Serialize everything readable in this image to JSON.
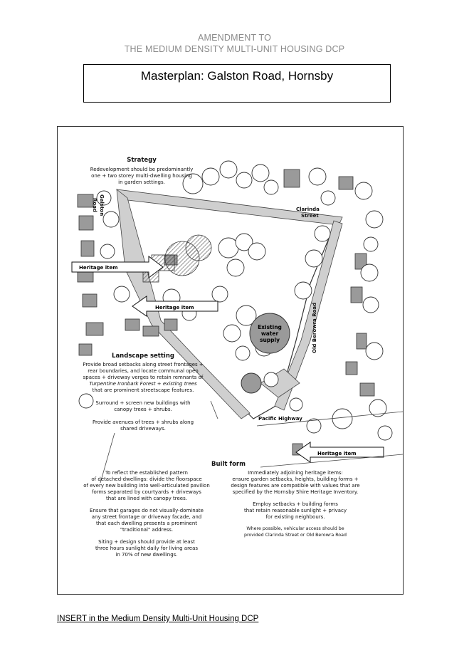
{
  "header": {
    "line1": "AMENDMENT TO",
    "line2": "THE MEDIUM DENSITY MULTI-UNIT HOUSING DCP"
  },
  "title": "Masterplan: Galston Road, Hornsby",
  "map": {
    "strategy": {
      "heading": "Strategy",
      "lines": [
        "Redevelopment should be predominantly",
        "one + two storey multi-dwelling housing",
        "in garden settings."
      ]
    },
    "streets": {
      "galston_line1": "Galston",
      "galston_line2": "Road",
      "clarinda_line1": "Clarinda",
      "clarinda_line2": "Street",
      "old_berowra": "Old Berowra Road",
      "pacific": "Pacific Highway"
    },
    "heritage_label": "Heritage item",
    "water_line1": "Existing",
    "water_line2": "water",
    "water_line3": "supply",
    "landscape": {
      "heading": "Landscape setting",
      "p1": [
        "Provide broad setbacks along street frontages +",
        "rear boundaries, and locate communal open",
        "spaces + driveway verges to retain remnants of",
        "Turpentine Ironbark Forest + existing trees",
        "that are prominent streetscape features."
      ],
      "p2": [
        "Surround + screen new buildings with",
        "canopy trees + shrubs."
      ],
      "p3": [
        "Provide avenues of trees + shrubs along",
        "shared driveways."
      ]
    },
    "built": {
      "heading": "Built form",
      "left_p1": [
        "To reflect the established pattern",
        "of detached-dwellings: divide the floorspace",
        "of every new building into well-articulated pavilion",
        "forms separated by courtyards + driveways",
        "that are lined with canopy trees."
      ],
      "left_p2": [
        "Ensure that garages do not visually-dominate",
        "any street frontage or driveway facade, and",
        "that each dwelling presents a prominent",
        "\"traditional\" address."
      ],
      "left_p3": [
        "Siting + design should provide at least",
        "three hours sunlight daily for living areas",
        "in 70% of new dwellings."
      ],
      "right_p1": [
        "Immediately adjoining heritage items:",
        "ensure garden setbacks, heights, building forms +",
        "design features are compatible with values that are",
        "specified by the Hornsby Shire Heritage Inventory."
      ],
      "right_p2": [
        "Employ setbacks + building forms",
        "that retain reasonable sunlight + privacy",
        "for existing neighbours."
      ],
      "right_p3": [
        "Where possible, vehicular access should be",
        "provided Clarinda Street or Old Berowra Road"
      ]
    }
  },
  "footer": "INSERT in the Medium Density Multi-Unit Housing DCP"
}
